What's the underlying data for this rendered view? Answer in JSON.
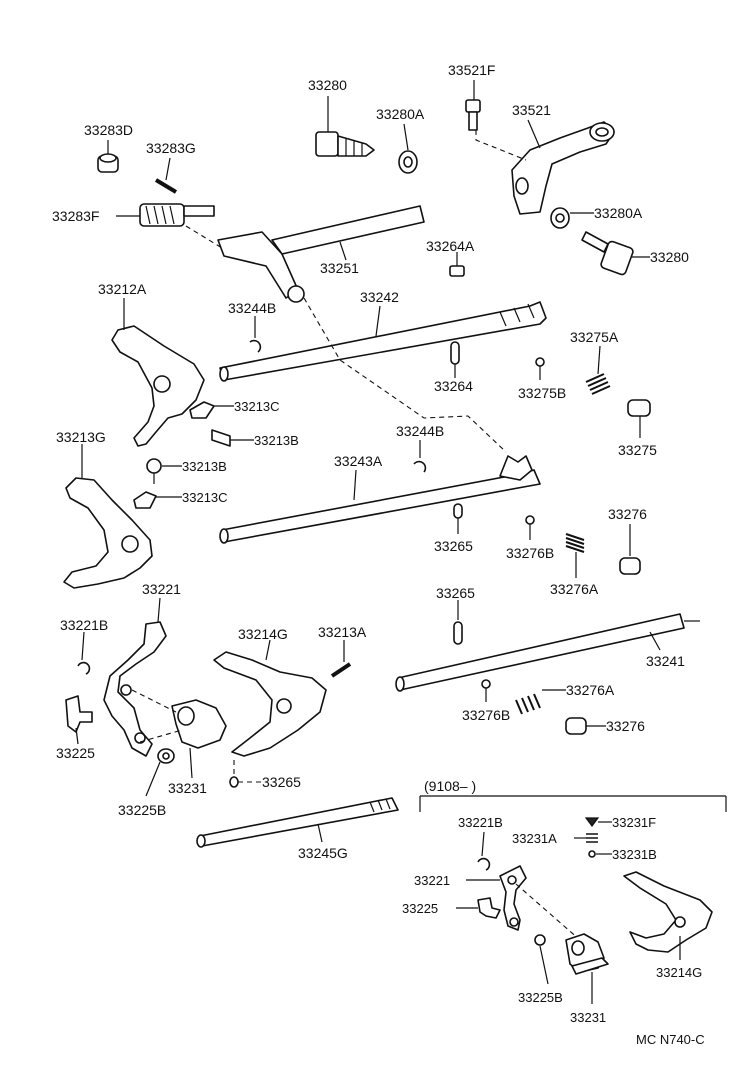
{
  "labels": {
    "p33280_top": "33280",
    "p33280A_top": "33280A",
    "p33521F": "33521F",
    "p33521": "33521",
    "p33283D": "33283D",
    "p33283G": "33283G",
    "p33283F": "33283F",
    "p33251": "33251",
    "p33280A_right": "33280A",
    "p33280_right": "33280",
    "p33264A": "33264A",
    "p33212A": "33212A",
    "p33244B_top": "33244B",
    "p33242": "33242",
    "p33275A": "33275A",
    "p33264": "33264",
    "p33275B": "33275B",
    "p33213C_top": "33213C",
    "p33213B_top": "33213B",
    "p33275": "33275",
    "p33213G": "33213G",
    "p33244B_mid": "33244B",
    "p33243A": "33243A",
    "p33213B_mid": "33213B",
    "p33213C_mid": "33213C",
    "p33276_top": "33276",
    "p33265_top": "33265",
    "p33276B_top": "33276B",
    "p33276A_top": "33276A",
    "p33221": "33221",
    "p33265_mid": "33265",
    "p33221B": "33221B",
    "p33214G": "33214G",
    "p33213A": "33213A",
    "p33241": "33241",
    "p33276A_mid": "33276A",
    "p33276B_mid": "33276B",
    "p33276_mid": "33276",
    "p33225": "33225",
    "p33231": "33231",
    "p33265_low": "33265",
    "p33225B": "33225B",
    "p33245G": "33245G",
    "inset_range": "(9108–       )",
    "i33221B": "33221B",
    "i33231F": "33231F",
    "i33231A": "33231A",
    "i33231B": "33231B",
    "i33221": "33221",
    "i33225": "33225",
    "i33214G": "33214G",
    "i33225B": "33225B",
    "i33231": "33231",
    "footer_code": "MC  N740-C"
  }
}
